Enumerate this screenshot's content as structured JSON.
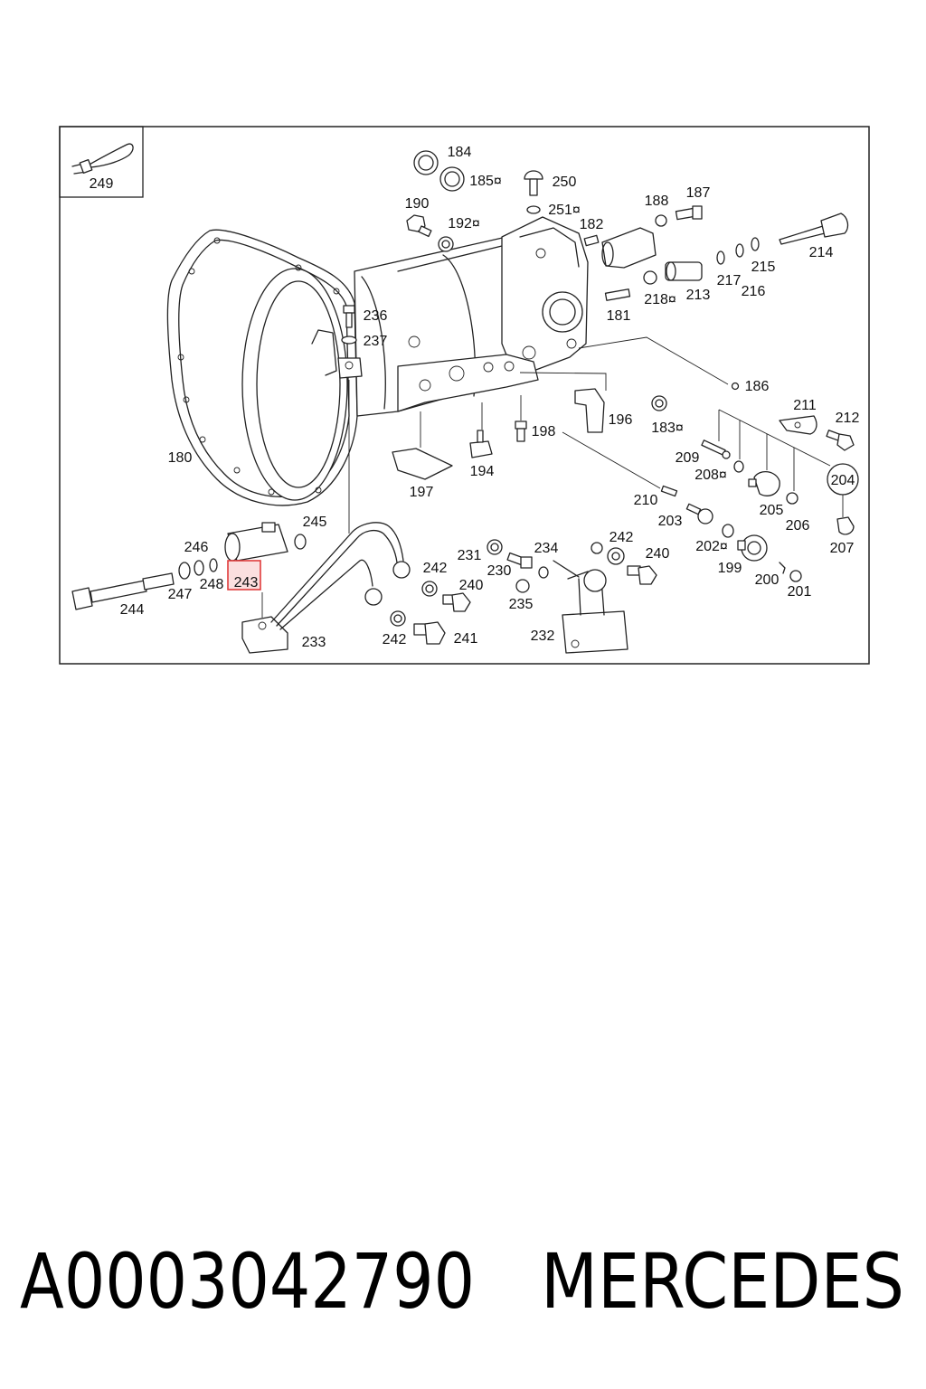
{
  "diagram": {
    "inset_label": "249",
    "highlighted_callout": "243",
    "callouts": [
      "184",
      "185¤",
      "250",
      "251¤",
      "190",
      "192¤",
      "182",
      "188",
      "187",
      "214",
      "215",
      "217",
      "216",
      "213",
      "218¤",
      "181",
      "236",
      "237",
      "186",
      "211",
      "212",
      "196",
      "183¤",
      "198",
      "209",
      "208¤",
      "204",
      "180",
      "194",
      "197",
      "210",
      "205",
      "203",
      "206",
      "245",
      "246",
      "234",
      "242",
      "202¤",
      "207",
      "231",
      "240",
      "230",
      "199",
      "242",
      "247",
      "248",
      "200",
      "201",
      "240",
      "235",
      "244",
      "233",
      "242",
      "241",
      "232"
    ]
  },
  "footer": {
    "part_number": "A0003042790",
    "brand": "MERCEDES"
  },
  "colors": {
    "highlight": "#e03c3c",
    "highlight_fill": "#f7b8b8",
    "line": "#222222"
  }
}
